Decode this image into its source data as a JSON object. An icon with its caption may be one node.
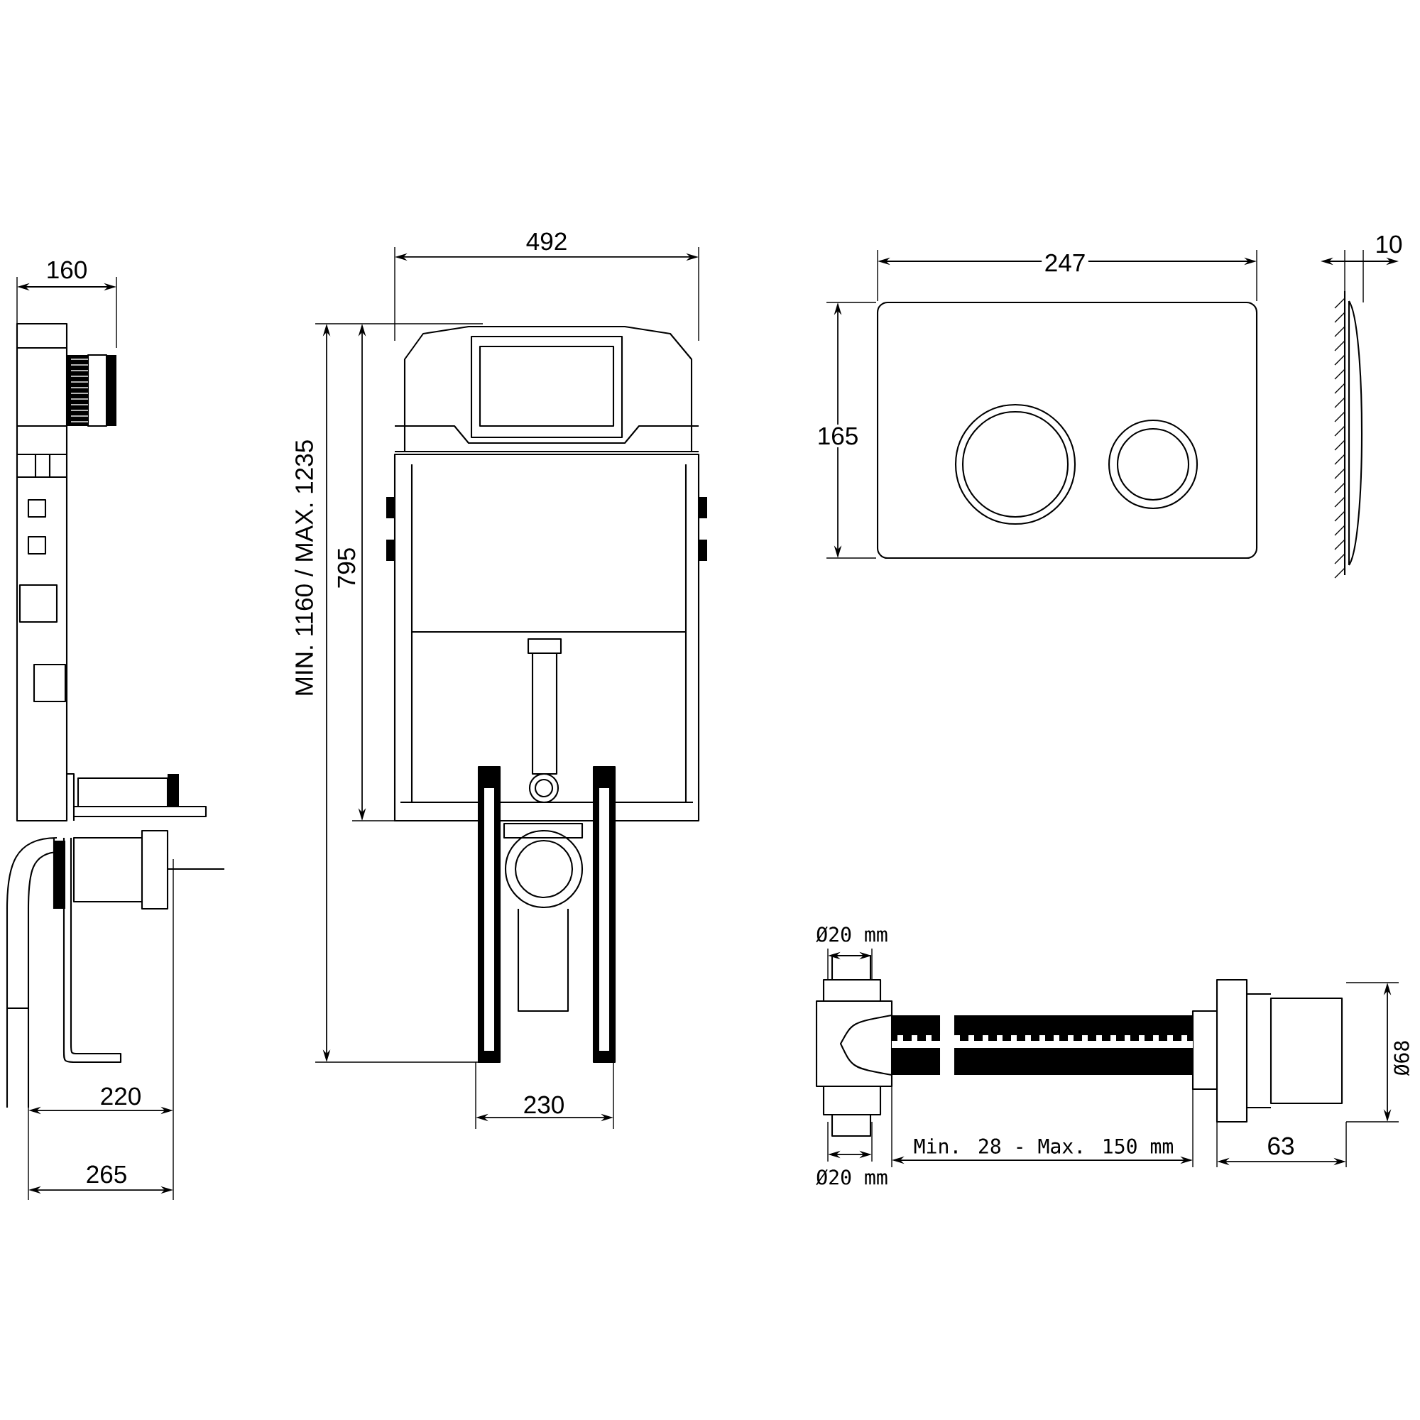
{
  "diagram": {
    "labels": [
      "160",
      "492",
      "247",
      "10",
      "165",
      "795",
      "MIN. 1160 / MAX. 1235",
      "Ø20 mm",
      "Ø68",
      "220",
      "230",
      "Min. 28 - Max. 150 mm",
      "63",
      "Ø20 mm",
      "265"
    ]
  }
}
